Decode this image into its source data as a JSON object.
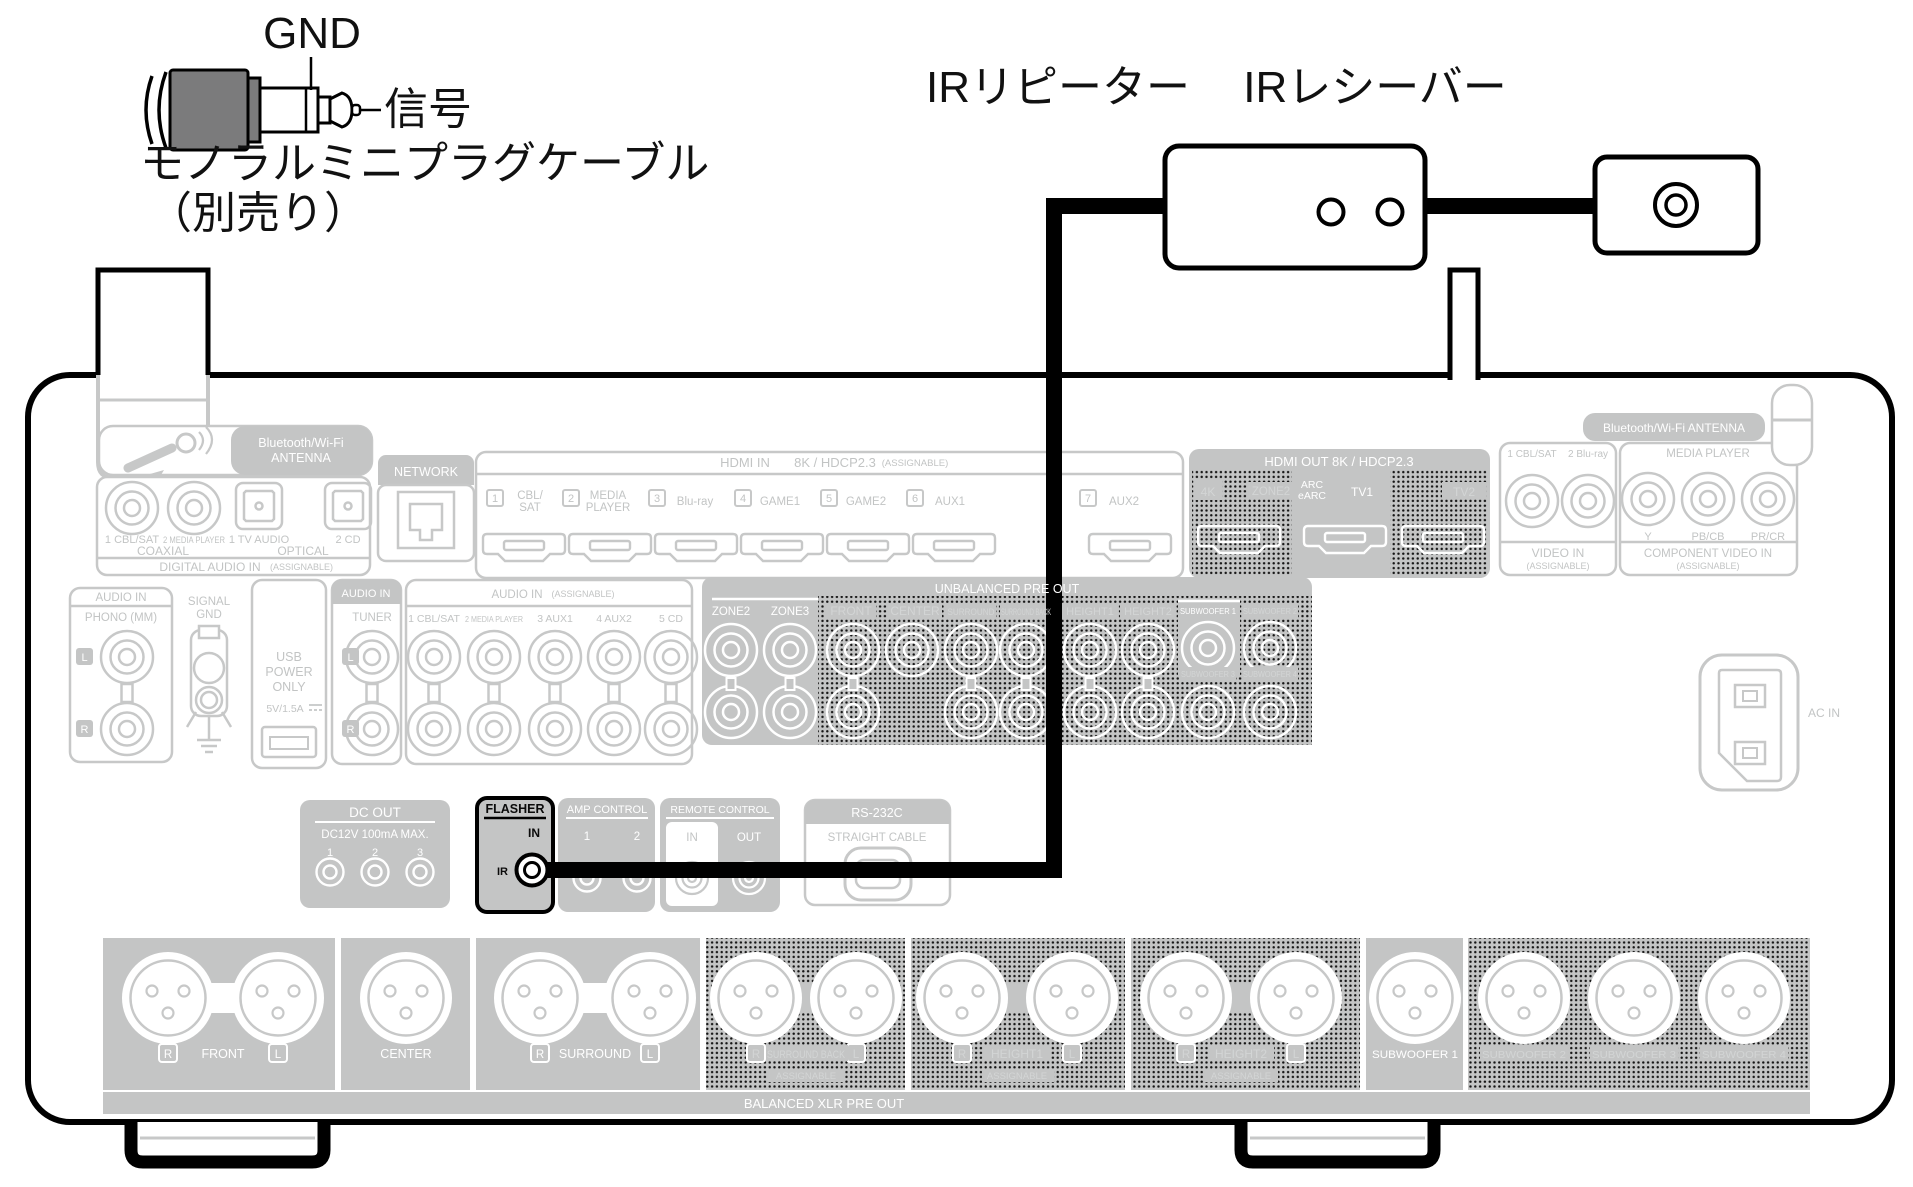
{
  "annotation": {
    "gnd": "GND",
    "signal": "信号",
    "cable_name": "モノラルミニプラグケーブル",
    "cable_note": "（別売り）",
    "ir_repeater": "IRリピーター",
    "ir_receiver": "IRレシーバー"
  },
  "markers": {
    "l": "L",
    "r": "R"
  },
  "bt_left": {
    "line1": "Bluetooth/Wi-Fi",
    "line2": "ANTENNA"
  },
  "bt_right": "Bluetooth/Wi-Fi ANTENNA",
  "network": "NETWORK",
  "digital": {
    "coax1": "1 CBL/SAT",
    "coax2": "2 MEDIA PLAYER",
    "opt1": "1 TV AUDIO",
    "opt2": "2 CD",
    "coaxial": "COAXIAL",
    "optical": "OPTICAL",
    "title": "DIGITAL AUDIO IN",
    "assignable": "(ASSIGNABLE)"
  },
  "hdmi_in": {
    "title": "HDMI IN",
    "spec": "8K / HDCP2.3",
    "assignable": "(ASSIGNABLE)",
    "inputs": [
      {
        "n": "1",
        "l1": "CBL/",
        "l2": "SAT"
      },
      {
        "n": "2",
        "l1": "MEDIA",
        "l2": "PLAYER"
      },
      {
        "n": "3",
        "l1": "Blu-ray",
        "l2": ""
      },
      {
        "n": "4",
        "l1": "GAME1",
        "l2": ""
      },
      {
        "n": "5",
        "l1": "GAME2",
        "l2": ""
      },
      {
        "n": "6",
        "l1": "AUX1",
        "l2": ""
      },
      {
        "n": "7",
        "l1": "AUX2",
        "l2": ""
      }
    ]
  },
  "hdmi_out": {
    "title": "HDMI OUT  8K / HDCP2.3",
    "p4k": "4K",
    "zone2": "ZONE2",
    "arc": "ARC",
    "earc": "eARC",
    "tv1": "TV1",
    "tv2": "TV2"
  },
  "video_in": {
    "h1": "1 CBL/SAT",
    "h2": "2 Blu-ray",
    "title": "VIDEO IN",
    "assignable": "(ASSIGNABLE)"
  },
  "component": {
    "header": "MEDIA PLAYER",
    "y": "Y",
    "pb": "PB/CB",
    "pr": "PR/CR",
    "title": "COMPONENT VIDEO IN",
    "assignable": "(ASSIGNABLE)"
  },
  "phono": {
    "header": "AUDIO IN",
    "name": "PHONO (MM)"
  },
  "signal_gnd": {
    "line1": "SIGNAL",
    "line2": "GND"
  },
  "usb": {
    "l1": "USB",
    "l2": "POWER",
    "l3": "ONLY",
    "spec": "5V/1.5A"
  },
  "tuner": {
    "header": "AUDIO IN",
    "name": "TUNER"
  },
  "audio_in": {
    "header": "AUDIO IN",
    "assignable": "(ASSIGNABLE)",
    "labels": [
      "1 CBL/SAT",
      "2 MEDIA PLAYER",
      "3 AUX1",
      "4 AUX2",
      "5 CD"
    ]
  },
  "preout": {
    "title": "UNBALANCED PRE OUT",
    "zone2": "ZONE2",
    "zone3": "ZONE3",
    "front": "FRONT",
    "center": "CENTER",
    "surround": "SURROUND",
    "surround_back": "SURROUND BACK",
    "height1": "HEIGHT1",
    "height2": "HEIGHT2",
    "sw1": "SUBWOOFER 1",
    "sw2": "SUBWOOFER 2",
    "sw3": "SUBWOOFER 3",
    "sw4": "SUBWOOFER 4"
  },
  "ac_in": "AC IN",
  "dc_out": {
    "title": "DC OUT",
    "spec": "DC12V 100mA MAX.",
    "jacks": [
      "1",
      "2",
      "3"
    ]
  },
  "flasher": {
    "title": "FLASHER",
    "in": "IN",
    "ir": "IR"
  },
  "amp_control": {
    "title": "AMP CONTROL",
    "jacks": [
      "1",
      "2"
    ]
  },
  "remote_control": {
    "title": "REMOTE CONTROL",
    "in": "IN",
    "out": "OUT"
  },
  "rs232c": {
    "title": "RS-232C",
    "sub": "STRAIGHT CABLE"
  },
  "xlr": {
    "strip": "BALANCED XLR PRE OUT",
    "front": "FRONT",
    "center": "CENTER",
    "surround": "SURROUND",
    "surround_back": "SURROUND BACK",
    "height1": "HEIGHT1",
    "height2": "HEIGHT2",
    "sw1": "SUBWOOFER 1",
    "sw2": "SUBWOOFER 2",
    "sw3": "SUBWOOFER 3",
    "sw4": "SUBWOOFER 4",
    "assignable": "ASSIGNABLE"
  },
  "colors": {
    "panel_gray": "#c4c5c5",
    "line_gray": "#c7c8c8",
    "highlight_black": "#000000",
    "plug_body_gray": "#7b7b7c"
  }
}
